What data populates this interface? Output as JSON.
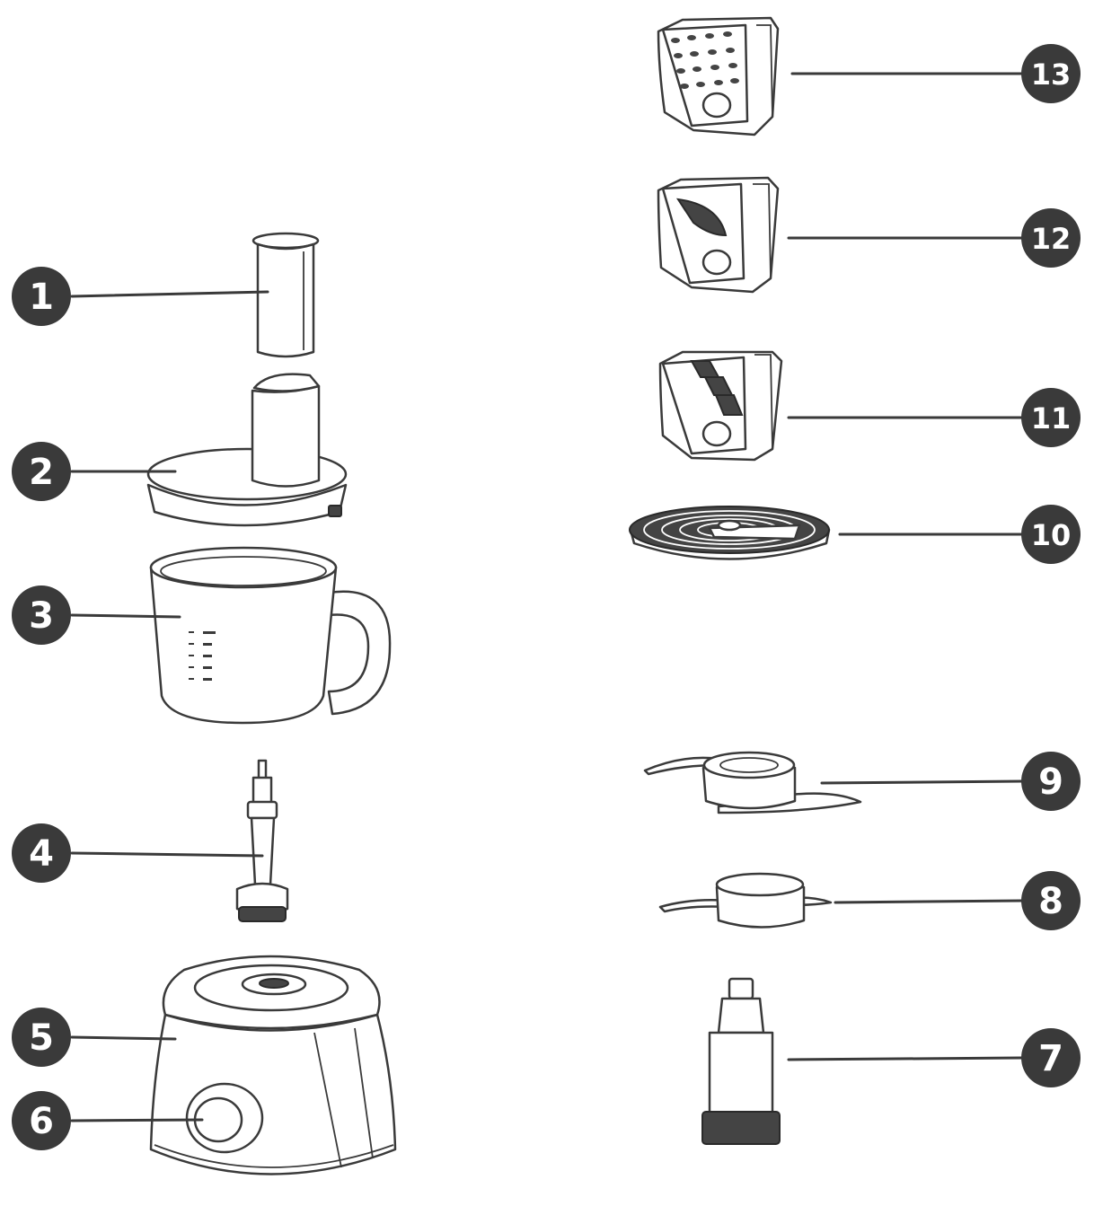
{
  "colors": {
    "badge": "#3a3a3a",
    "badge_text": "#ffffff",
    "line": "#3a3a3a"
  },
  "parts": [
    {
      "number": "1",
      "icon": "pusher-icon"
    },
    {
      "number": "2",
      "icon": "lid-icon"
    },
    {
      "number": "3",
      "icon": "bowl-icon"
    },
    {
      "number": "4",
      "icon": "spindle-icon"
    },
    {
      "number": "5",
      "icon": "motor-base-icon"
    },
    {
      "number": "6",
      "icon": "speed-knob-icon"
    },
    {
      "number": "7",
      "icon": "drive-shaft-icon"
    },
    {
      "number": "8",
      "icon": "mixing-blade-icon"
    },
    {
      "number": "9",
      "icon": "chopping-blade-icon"
    },
    {
      "number": "10",
      "icon": "emulsifying-disc-icon"
    },
    {
      "number": "11",
      "icon": "slicing-insert-icon"
    },
    {
      "number": "12",
      "icon": "shredding-insert-icon"
    },
    {
      "number": "13",
      "icon": "grating-insert-icon"
    }
  ]
}
